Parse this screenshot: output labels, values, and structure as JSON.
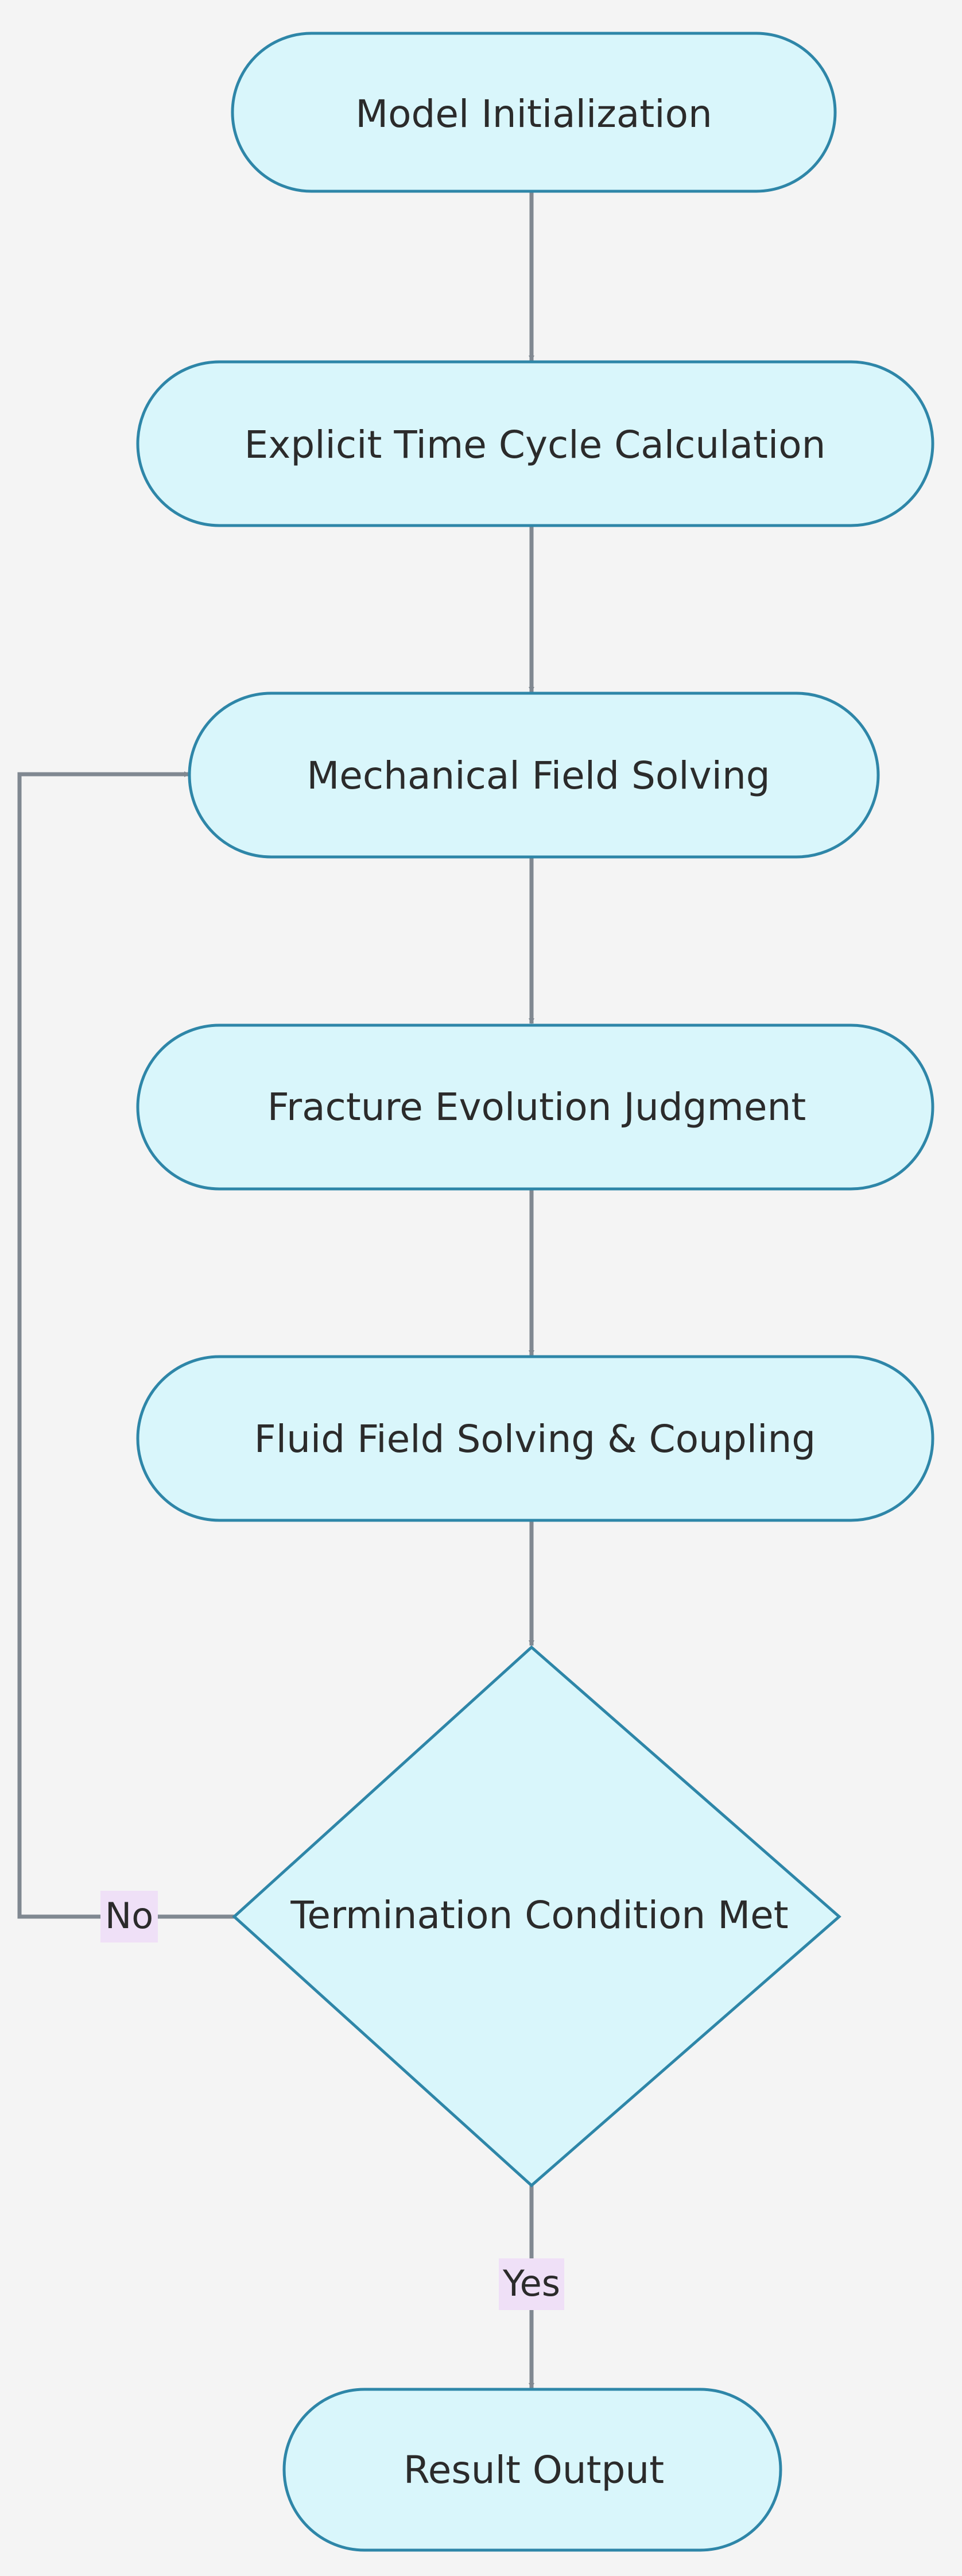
{
  "colors": {
    "background": "#f4f4f4",
    "node_fill": "#d9f6fb",
    "node_stroke": "#2e86a8",
    "edge": "#808891",
    "edge_label_bg": "#efe0f7",
    "text": "#2b2b2b"
  },
  "nodes": [
    {
      "id": "model-initialization",
      "label": "Model Initialization",
      "shape": "stadium"
    },
    {
      "id": "explicit-time-cycle-calculation",
      "label": "Explicit Time Cycle Calculation",
      "shape": "stadium"
    },
    {
      "id": "mechanical-field-solving",
      "label": "Mechanical Field Solving",
      "shape": "stadium"
    },
    {
      "id": "fracture-evolution-judgment",
      "label": "Fracture Evolution Judgment",
      "shape": "stadium"
    },
    {
      "id": "fluid-field-solving-coupling",
      "label": "Fluid Field Solving & Coupling",
      "shape": "stadium"
    },
    {
      "id": "termination-condition-met",
      "label": "Termination Condition Met",
      "shape": "diamond"
    },
    {
      "id": "result-output",
      "label": "Result Output",
      "shape": "stadium"
    }
  ],
  "edges": [
    {
      "from": "model-initialization",
      "to": "explicit-time-cycle-calculation",
      "label": ""
    },
    {
      "from": "explicit-time-cycle-calculation",
      "to": "mechanical-field-solving",
      "label": ""
    },
    {
      "from": "mechanical-field-solving",
      "to": "fracture-evolution-judgment",
      "label": ""
    },
    {
      "from": "fracture-evolution-judgment",
      "to": "fluid-field-solving-coupling",
      "label": ""
    },
    {
      "from": "fluid-field-solving-coupling",
      "to": "termination-condition-met",
      "label": ""
    },
    {
      "from": "termination-condition-met",
      "to": "mechanical-field-solving",
      "label": "No"
    },
    {
      "from": "termination-condition-met",
      "to": "result-output",
      "label": "Yes"
    }
  ]
}
